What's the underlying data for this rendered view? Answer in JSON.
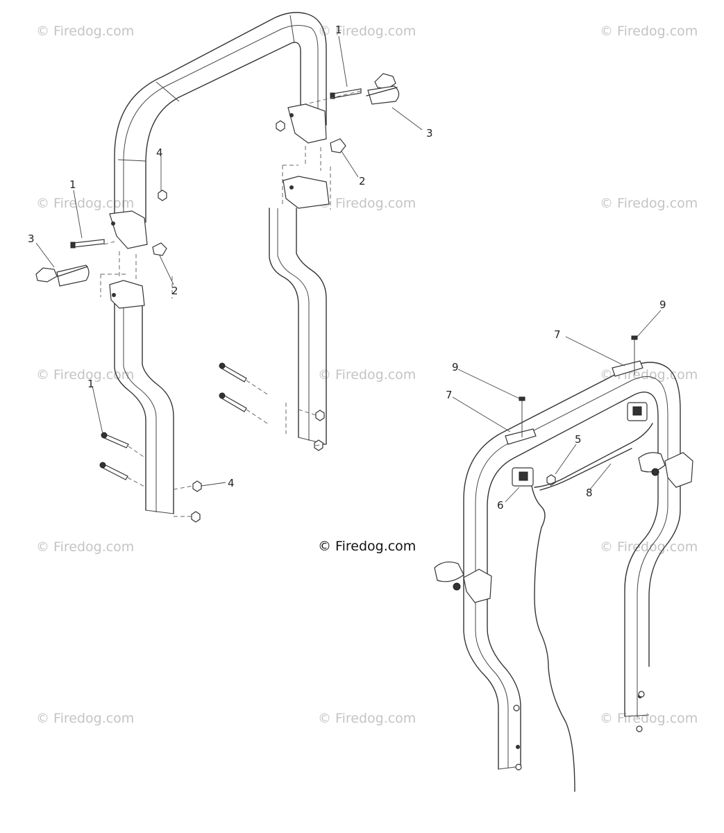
{
  "watermark": {
    "text": "© Firedog.com"
  },
  "copyright": "© Firedog.com",
  "callouts": {
    "c1a": "1",
    "c3a": "3",
    "c2a": "2",
    "c4a": "4",
    "c1b": "1",
    "c3b": "3",
    "c2b": "2",
    "c1c": "1",
    "c4c": "4",
    "c9a": "9",
    "c7a": "7",
    "c9b": "9",
    "c7b": "7",
    "c5": "5",
    "c6": "6",
    "c8": "8"
  }
}
